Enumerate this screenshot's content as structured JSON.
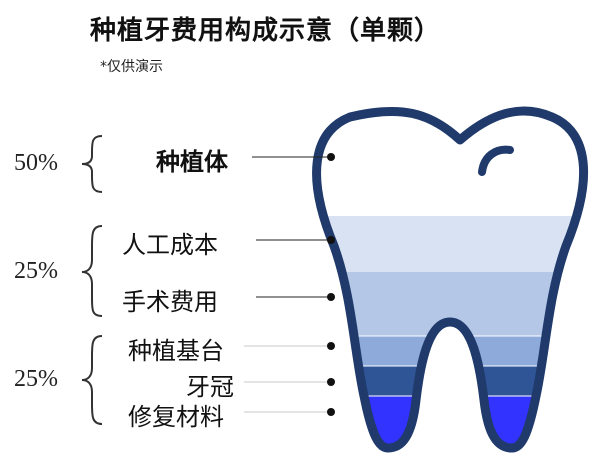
{
  "title": "种植牙费用构成示意（单颗）",
  "note": "*仅供演示",
  "groups": [
    {
      "percent": "50%",
      "labels": [
        "种植体"
      ]
    },
    {
      "percent": "25%",
      "labels": [
        "人工成本",
        "手术费用"
      ]
    },
    {
      "percent": "25%",
      "labels": [
        "种植基台",
        "牙冠",
        "修复材料"
      ]
    }
  ],
  "colors": {
    "outline": "#1f3a6b",
    "band_labor": "#d9e2f3",
    "band_surgery": "#b4c7e7",
    "band_abutment": "#8eaadb",
    "band_crown": "#2f5597",
    "band_material": "#3333ff"
  }
}
